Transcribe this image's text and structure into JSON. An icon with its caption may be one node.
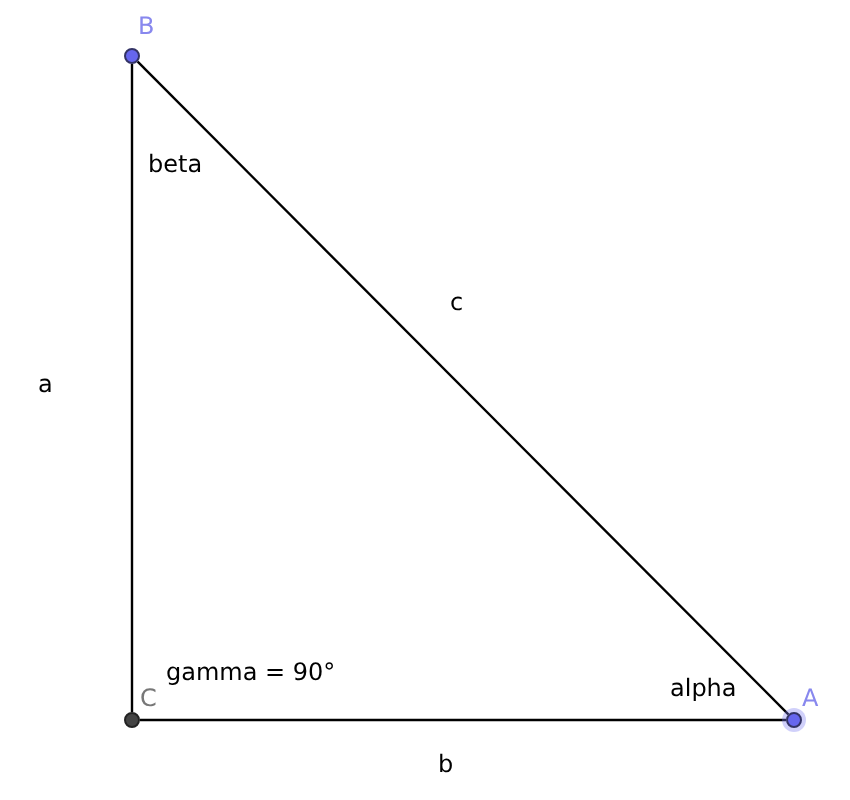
{
  "diagram": {
    "nodes": [
      {
        "text": [],
        "shape": "circle",
        "beside": [
          "B"
        ]
      },
      {
        "text": [],
        "shape": "circle",
        "beside": [
          "C"
        ]
      },
      {
        "text": [],
        "shape": "circle",
        "beside": [
          "A"
        ]
      }
    ],
    "edges": [
      {
        "from": 0,
        "to": 1,
        "arrow": "none",
        "label": "a"
      },
      {
        "from": 1,
        "to": 2,
        "arrow": "none",
        "label": "b"
      },
      {
        "from": 2,
        "to": 0,
        "arrow": "none",
        "label": "c"
      }
    ],
    "labels": [
      "beta",
      "gamma = 90°",
      "alpha"
    ]
  }
}
